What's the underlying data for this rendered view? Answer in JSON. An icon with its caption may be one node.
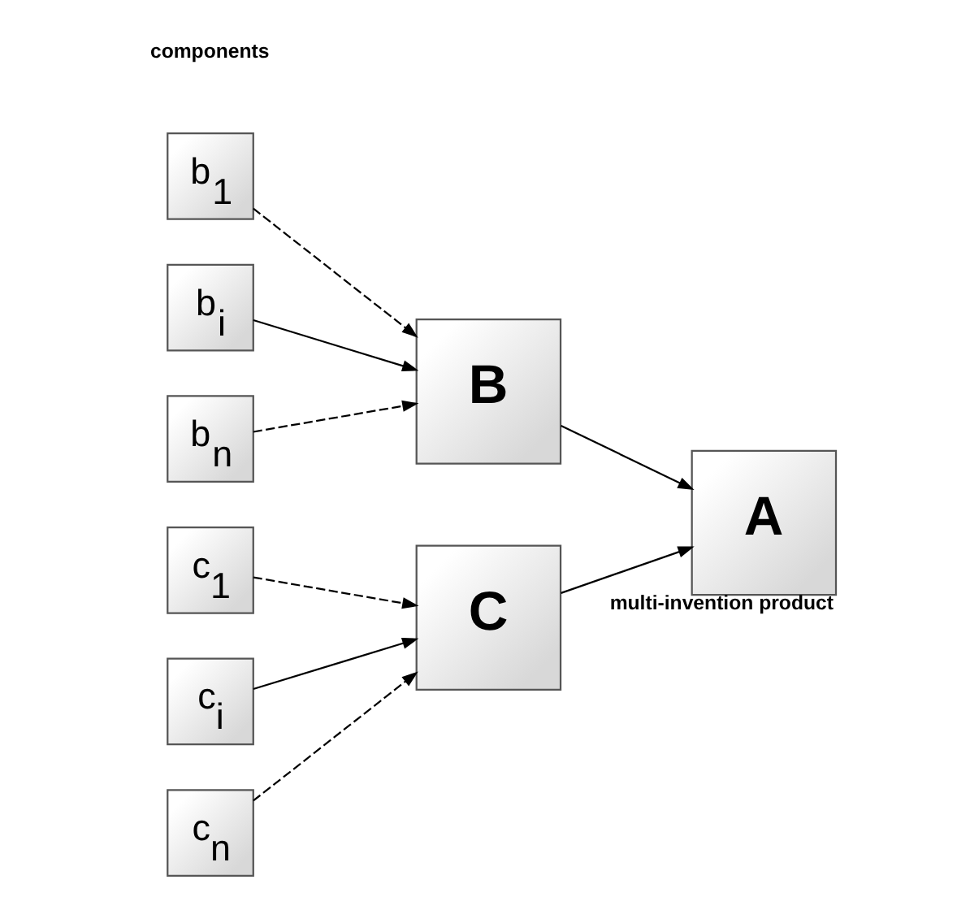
{
  "diagram": {
    "nodes": [
      {
        "text": [
          "b$_{1}$"
        ]
      },
      {
        "text": [
          "b$_{i}$"
        ]
      },
      {
        "text": [
          "b$_{n}$"
        ]
      },
      {
        "text": [
          "c$_{1}$"
        ]
      },
      {
        "text": [
          "c$_{i}$"
        ]
      },
      {
        "text": [
          "c$_{n}$"
        ]
      },
      {
        "text": [
          "B"
        ]
      },
      {
        "text": [
          "C"
        ]
      },
      {
        "text": [
          "A"
        ],
        "beside": [
          "multi-invention product"
        ]
      }
    ],
    "edges": [
      {
        "from": 0,
        "to": 6,
        "arrow": "to",
        "style": "dashed"
      },
      {
        "from": 1,
        "to": 6,
        "arrow": "to"
      },
      {
        "from": 2,
        "to": 6,
        "arrow": "to",
        "style": "dashed"
      },
      {
        "from": 3,
        "to": 7,
        "arrow": "to",
        "style": "dashed"
      },
      {
        "from": 4,
        "to": 7,
        "arrow": "to"
      },
      {
        "from": 5,
        "to": 7,
        "arrow": "to",
        "style": "dashed"
      },
      {
        "from": 6,
        "to": 8,
        "arrow": "to"
      },
      {
        "from": 7,
        "to": 8,
        "arrow": "to"
      }
    ],
    "labels": [
      "components"
    ]
  }
}
